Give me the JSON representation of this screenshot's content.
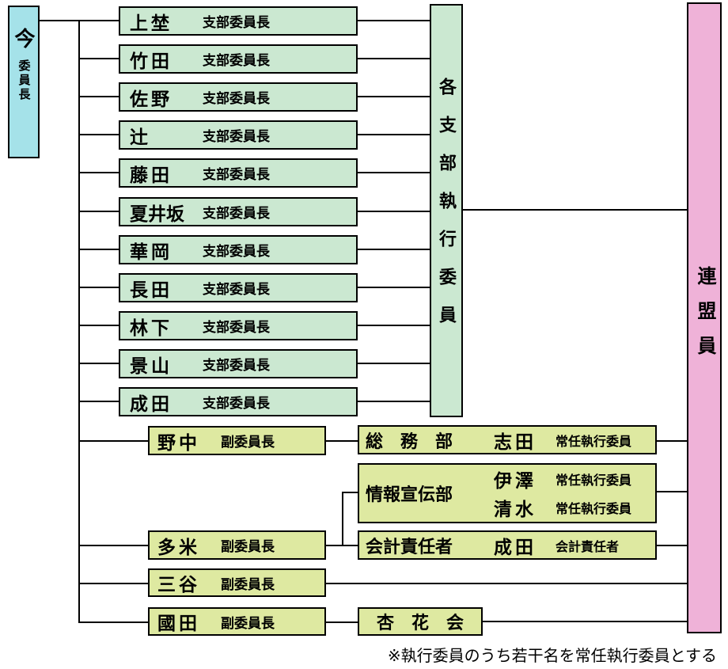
{
  "palette": {
    "president_bg": "#a5e2e9",
    "branch_bg": "#cbe8d1",
    "vice_bg": "#dee9a1",
    "federation_bg": "#efb2d8",
    "line": "#000000"
  },
  "president": {
    "name": "今",
    "title": "委員長"
  },
  "branches": [
    {
      "name": "上埜",
      "title": "支部委員長"
    },
    {
      "name": "竹田",
      "title": "支部委員長"
    },
    {
      "name": "佐野",
      "title": "支部委員長"
    },
    {
      "name": "辻",
      "title": "支部委員長"
    },
    {
      "name": "藤田",
      "title": "支部委員長"
    },
    {
      "name": "夏井坂",
      "title": "支部委員長"
    },
    {
      "name": "華岡",
      "title": "支部委員長"
    },
    {
      "name": "長田",
      "title": "支部委員長"
    },
    {
      "name": "林下",
      "title": "支部委員長"
    },
    {
      "name": "景山",
      "title": "支部委員長"
    },
    {
      "name": "成田",
      "title": "支部委員長"
    }
  ],
  "exec_box": {
    "label": "各支部執行委員"
  },
  "federation_box": {
    "label": "連盟員"
  },
  "vice_chairs": [
    {
      "name": "野中",
      "title": "副委員長"
    },
    {
      "name": "多米",
      "title": "副委員長"
    },
    {
      "name": "三谷",
      "title": "副委員長"
    },
    {
      "name": "國田",
      "title": "副委員長"
    }
  ],
  "departments": {
    "general_affairs": {
      "label": "総　務　部",
      "name": "志田",
      "title": "常任執行委員"
    },
    "information": {
      "label": "情報宣伝部",
      "members": [
        {
          "name": "伊澤",
          "title": "常任執行委員"
        },
        {
          "name": "清水",
          "title": "常任執行委員"
        }
      ]
    },
    "accounting": {
      "label": "会計責任者",
      "name": "成田",
      "title": "会計責任者"
    },
    "society": {
      "label": "杏　花　会"
    }
  },
  "note": "※執行委員のうち若干名を常任執行委員とする"
}
